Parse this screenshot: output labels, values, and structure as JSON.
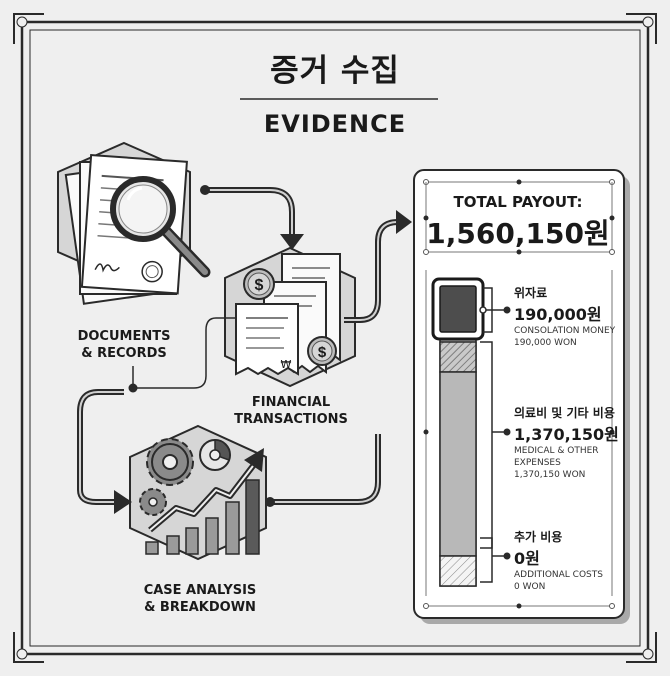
{
  "title": {
    "korean": "증거 수집",
    "english": "EVIDENCE"
  },
  "stages": [
    {
      "line1": "DOCUMENTS",
      "line2": "& RECORDS"
    },
    {
      "line1": "FINANCIAL",
      "line2": "TRANSACTIONS"
    },
    {
      "line1": "CASE ANALYSIS",
      "line2": "& BREAKDOWN"
    }
  ],
  "payout": {
    "label": "TOTAL PAYOUT:",
    "value": "1,560,150원"
  },
  "items": [
    {
      "korean": "위자료",
      "amount": "190,000원",
      "english1": "CONSOLATION MONEY",
      "english2": "",
      "won": "190,000 WON"
    },
    {
      "korean": "의료비 및 기타 비용",
      "amount": "1,370,150원",
      "english1": "MEDICAL & OTHER",
      "english2": "EXPENSES",
      "won": "1,370,150 WON"
    },
    {
      "korean": "추가 비용",
      "amount": "0원",
      "english1": "ADDITIONAL COSTS",
      "english2": "",
      "won": "0 WON"
    }
  ],
  "icons": {
    "currency_symbol": "$",
    "won_symbol": "₩"
  }
}
